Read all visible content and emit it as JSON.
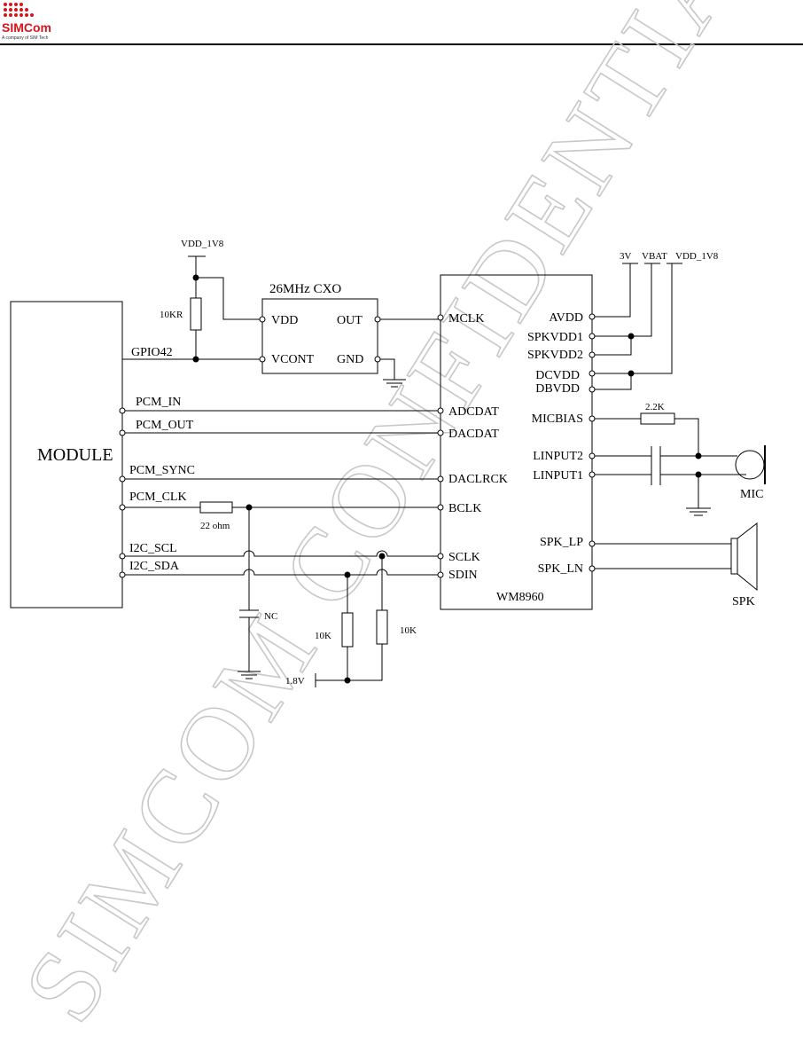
{
  "header": {
    "logo_text": "SIMCom",
    "logo_tagline": "A company of SIM Tech"
  },
  "watermark": "SIMCOM CONFIDENTIAL FILE",
  "colors": {
    "brand": "#d7141b",
    "watermark": "#c8c8c8",
    "ink": "#000000"
  },
  "schematic": {
    "module": {
      "label": "MODULE",
      "pins": [
        "GPIO42",
        "PCM_IN",
        "PCM_OUT",
        "PCM_SYNC",
        "PCM_CLK",
        "I2C_SCL",
        "I2C_SDA"
      ]
    },
    "oscillator": {
      "label": "26MHz CXO",
      "pins": [
        "VDD",
        "OUT",
        "VCONT",
        "GND"
      ]
    },
    "codec": {
      "part": "WM8960",
      "left_pins": [
        "MCLK",
        "ADCDAT",
        "DACDAT",
        "DACLRCK",
        "BCLK",
        "SCLK",
        "SDIN"
      ],
      "right_pins": [
        "AVDD",
        "SPKVDD1",
        "SPKVDD2",
        "DCVDD",
        "DBVDD",
        "MICBIAS",
        "LINPUT2",
        "LINPUT1",
        "SPK_LP",
        "SPK_LN"
      ]
    },
    "rails": {
      "vdd_osc": "VDD_1V8",
      "rail_3v": "3V",
      "rail_vbat": "VBAT",
      "rail_vdd": "VDD_1V8",
      "rail_1v8": "1.8V"
    },
    "components": {
      "r_pullup_osc": "10KR",
      "r_clk": "22 ohm",
      "c_nc": "NC",
      "r_scl": "10K",
      "r_sda": "10K",
      "r_micbias": "2.2K"
    },
    "peripherals": {
      "mic": "MIC",
      "speaker": "SPK"
    }
  }
}
